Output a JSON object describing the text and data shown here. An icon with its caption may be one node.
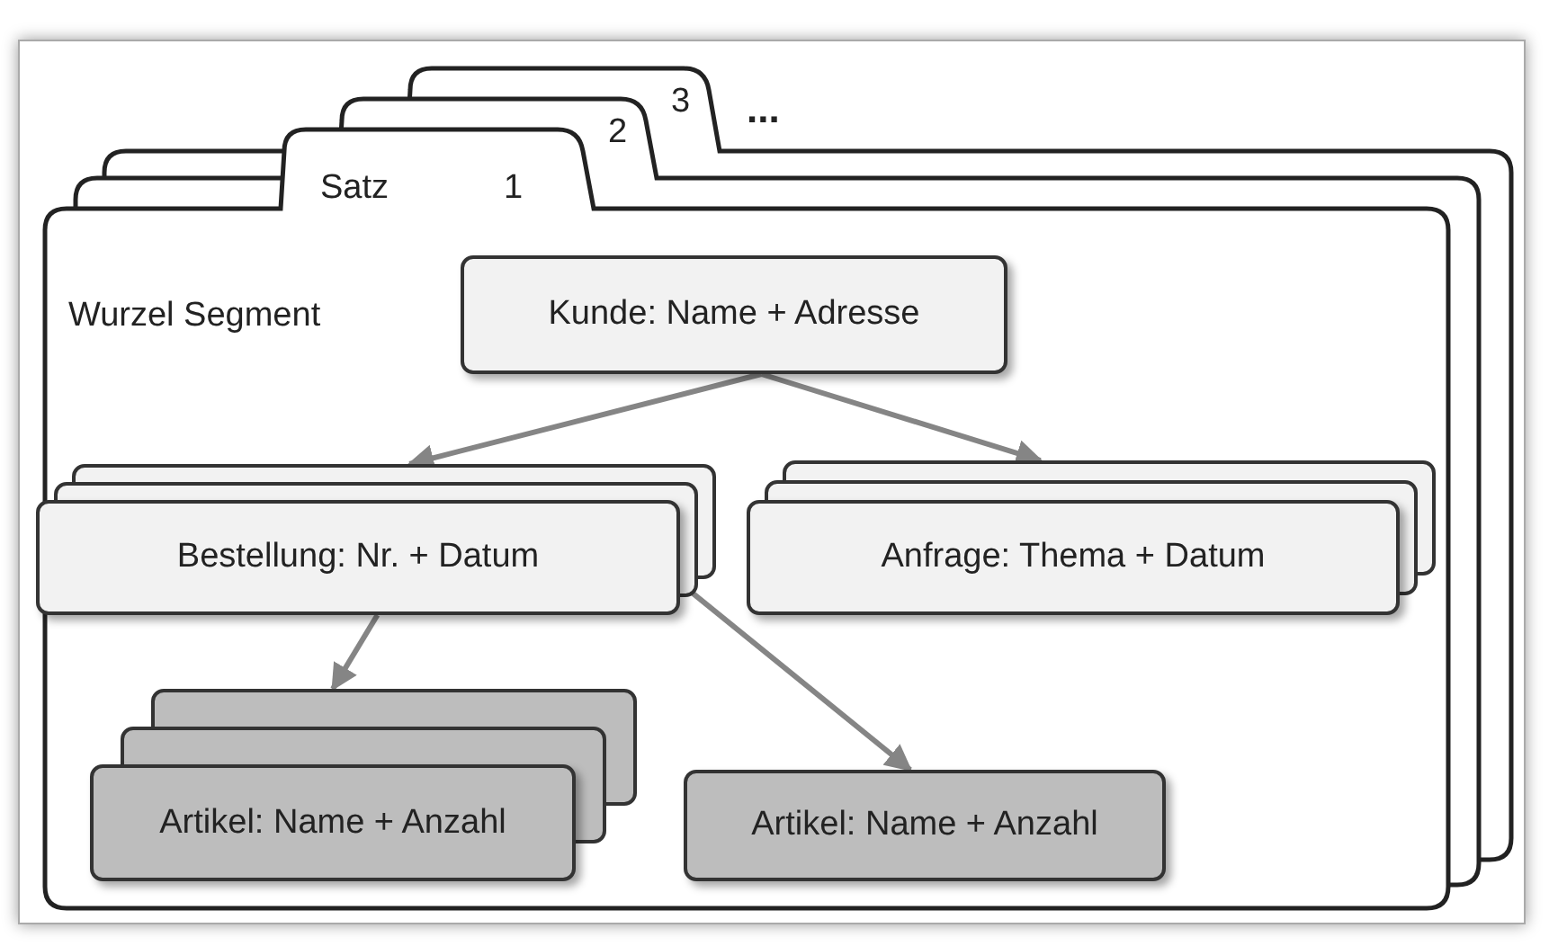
{
  "diagram": {
    "nodes": [
      {
        "text": [
          "Satz",
          "1"
        ]
      },
      {
        "text": [
          "2"
        ]
      },
      {
        "text": [
          "3"
        ]
      },
      {
        "text": [
          "Kunde: Name + Adresse"
        ],
        "in": 0
      },
      {
        "text": [
          "Bestellung: Nr. + Datum"
        ],
        "in": 0
      },
      {
        "text": [
          "Anfrage: Thema + Datum"
        ],
        "in": 0
      },
      {
        "text": [
          "Artikel: Name + Anzahl"
        ],
        "in": 0
      },
      {
        "text": [
          "Artikel: Name + Anzahl"
        ],
        "in": 0
      }
    ],
    "edges": [
      {
        "from": 3,
        "to": 4,
        "arrow": "to"
      },
      {
        "from": 3,
        "to": 5,
        "arrow": "to"
      },
      {
        "from": 4,
        "to": 6,
        "arrow": "to"
      },
      {
        "from": 4,
        "to": 7,
        "arrow": "to"
      }
    ],
    "labels": [
      "Wurzel Segment",
      "..."
    ]
  }
}
